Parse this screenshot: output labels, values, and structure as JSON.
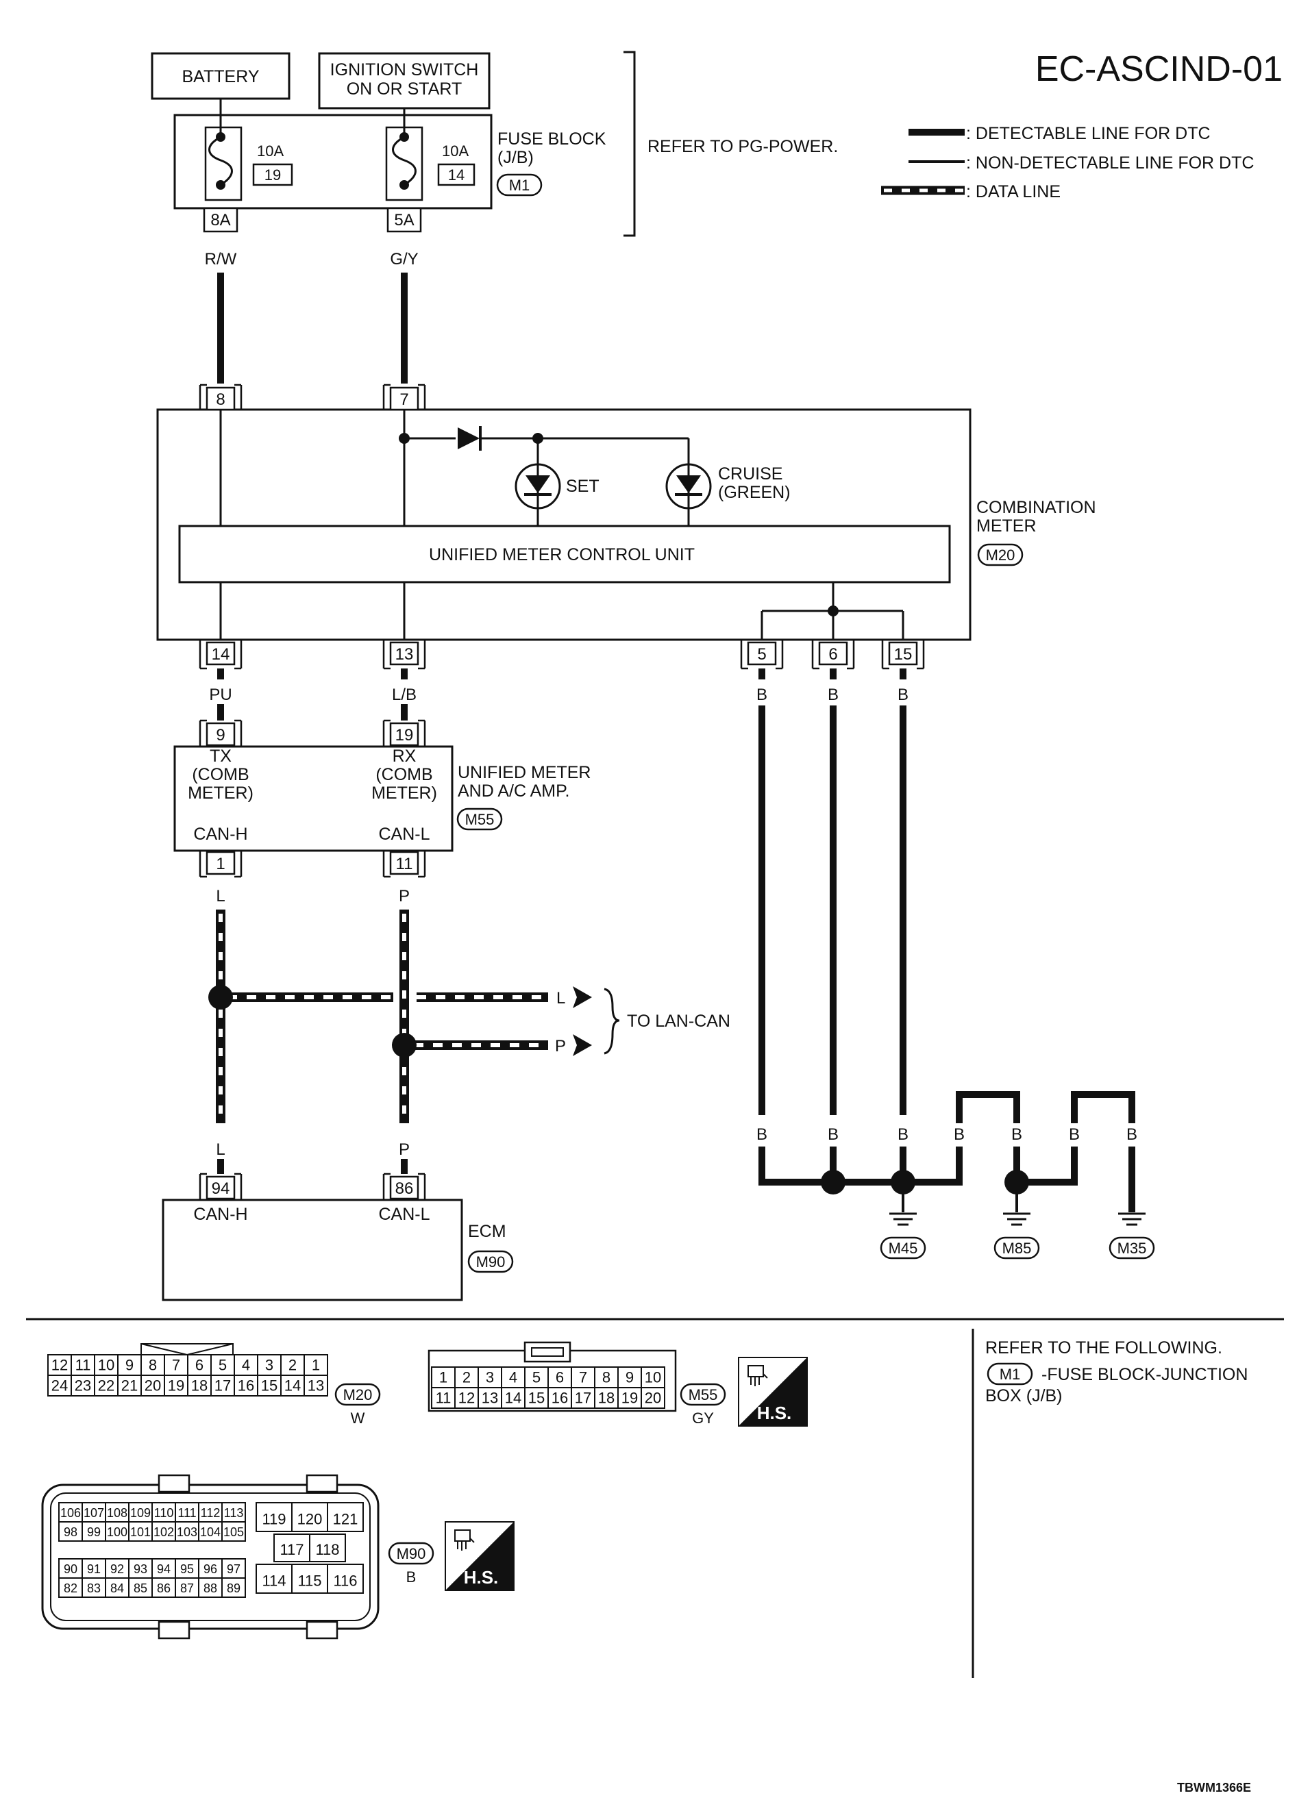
{
  "diagram_id": "EC-ASCIND-01",
  "footer_code": "TBWM1366E",
  "sources": {
    "battery": "BATTERY",
    "ignition_line1": "IGNITION SWITCH",
    "ignition_line2": "ON OR START"
  },
  "fuse_block": {
    "label_line1": "FUSE BLOCK",
    "label_line2": "(J/B)",
    "connector": "M1",
    "fuse1": {
      "rating": "10A",
      "number": "19",
      "terminal": "8A",
      "wire": "R/W"
    },
    "fuse2": {
      "rating": "10A",
      "number": "14",
      "terminal": "5A",
      "wire": "G/Y"
    },
    "refer": "REFER TO PG-POWER."
  },
  "legend": {
    "detectable": ": DETECTABLE LINE FOR DTC",
    "non_detectable": ": NON-DETECTABLE LINE FOR DTC",
    "data_line": ": DATA LINE"
  },
  "combination_meter": {
    "label_line1": "COMBINATION",
    "label_line2": "METER",
    "connector": "M20",
    "control_unit": "UNIFIED METER CONTROL UNIT",
    "set_lamp": "SET",
    "cruise_lamp_line1": "CRUISE",
    "cruise_lamp_line2": "(GREEN)",
    "pins": {
      "p8": "8",
      "p7": "7",
      "p14": "14",
      "p13": "13",
      "p5": "5",
      "p6": "6",
      "p15": "15"
    },
    "wires": {
      "w14": "PU",
      "w13": "L/B",
      "w5": "B",
      "w6": "B",
      "w15": "B"
    }
  },
  "unified_meter_amp": {
    "label_line1": "UNIFIED METER",
    "label_line2": "AND A/C AMP.",
    "connector": "M55",
    "pins": {
      "p9": "9",
      "p19": "19",
      "p1": "1",
      "p11": "11"
    },
    "tx_line1": "TX",
    "tx_line2": "(COMB",
    "tx_line3": "METER)",
    "rx_line1": "RX",
    "rx_line2": "(COMB",
    "rx_line3": "METER)",
    "can_h": "CAN-H",
    "can_l": "CAN-L",
    "wire_l": "L",
    "wire_p": "P"
  },
  "lan": {
    "label": "TO LAN-CAN",
    "arrow_l": "L",
    "arrow_p": "P"
  },
  "ecm": {
    "label": "ECM",
    "connector": "M90",
    "pins": {
      "p94": "94",
      "p86": "86"
    },
    "can_h": "CAN-H",
    "can_l": "CAN-L",
    "wire_l": "L",
    "wire_p": "P"
  },
  "grounds": {
    "wire": "B",
    "g1": "M45",
    "g2": "M85",
    "g3": "M35"
  },
  "connectors": {
    "m20": {
      "id": "M20",
      "color": "W",
      "top": [
        "12",
        "11",
        "10",
        "9",
        "8",
        "7",
        "6",
        "5",
        "4",
        "3",
        "2",
        "1"
      ],
      "bottom": [
        "24",
        "23",
        "22",
        "21",
        "20",
        "19",
        "18",
        "17",
        "16",
        "15",
        "14",
        "13"
      ]
    },
    "m55": {
      "id": "M55",
      "color": "GY",
      "top": [
        "1",
        "2",
        "3",
        "4",
        "5",
        "6",
        "7",
        "8",
        "9",
        "10"
      ],
      "bottom": [
        "11",
        "12",
        "13",
        "14",
        "15",
        "16",
        "17",
        "18",
        "19",
        "20"
      ]
    },
    "m90": {
      "id": "M90",
      "color": "B",
      "r1": [
        "106",
        "107",
        "108",
        "109",
        "110",
        "111",
        "112",
        "113"
      ],
      "r2": [
        "98",
        "99",
        "100",
        "101",
        "102",
        "103",
        "104",
        "105"
      ],
      "r3": [
        "90",
        "91",
        "92",
        "93",
        "94",
        "95",
        "96",
        "97"
      ],
      "r4": [
        "82",
        "83",
        "84",
        "85",
        "86",
        "87",
        "88",
        "89"
      ],
      "right_top": [
        "119",
        "120",
        "121"
      ],
      "right_mid": [
        "117",
        "118"
      ],
      "right_bot": [
        "114",
        "115",
        "116"
      ]
    },
    "hs": "H.S."
  },
  "reference": {
    "line1": "REFER TO THE FOLLOWING.",
    "connector": "M1",
    "line2": "-FUSE BLOCK-JUNCTION",
    "line3": "BOX (J/B)"
  }
}
